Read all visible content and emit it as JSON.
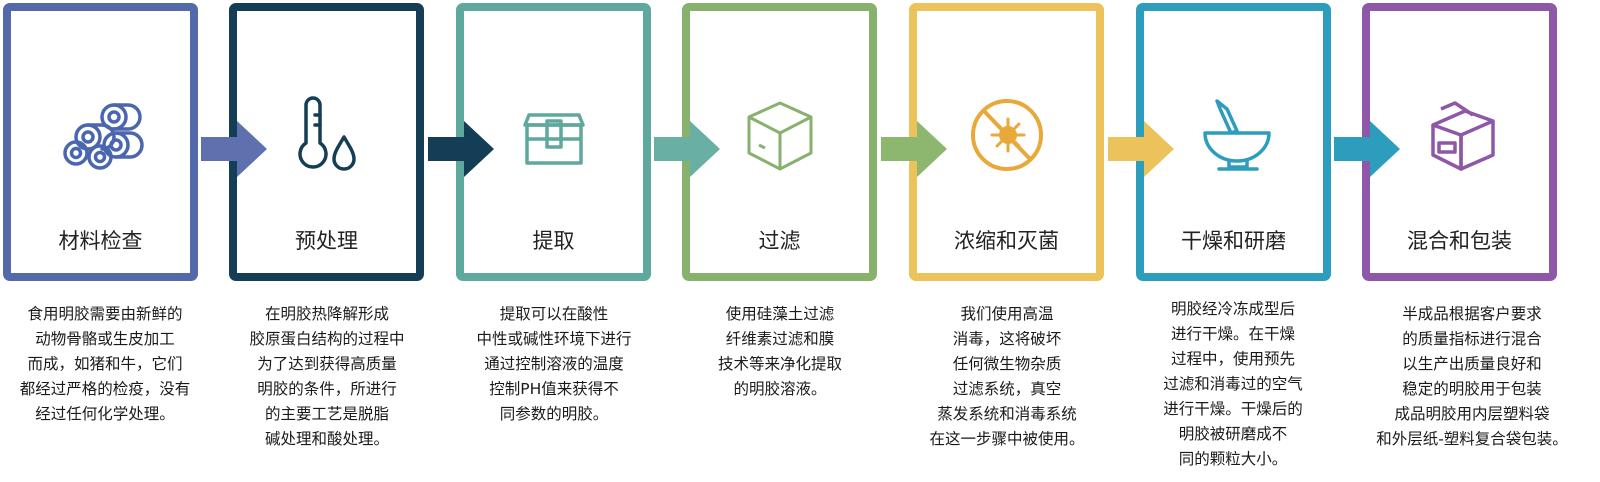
{
  "steps": [
    {
      "title": "材料检查",
      "icon": "pipes-icon",
      "color": "#5469aa",
      "description": [
        "食用明胶需要由新鲜的",
        "动物骨骼或生皮加工",
        "而成，如猪和牛，它们",
        "都经过严格的检疫，没有",
        "经过任何化学处理。"
      ]
    },
    {
      "title": "预处理",
      "icon": "thermometer-drop-icon",
      "color": "#143e55",
      "description": [
        "在明胶热降解形成",
        "胶原蛋白结构的过程中",
        "为了达到获得高质量",
        "明胶的条件，所进行",
        "的主要工艺是脱脂",
        "碱处理和酸处理。"
      ]
    },
    {
      "title": "提取",
      "icon": "box-tray-icon",
      "color": "#5fa89e",
      "description": [
        "提取可以在酸性",
        "中性或碱性环境下进行",
        "通过控制溶液的温度",
        "控制PH值来获得不",
        "同参数的明胶。"
      ]
    },
    {
      "title": "过滤",
      "icon": "cube-icon",
      "color": "#87b16d",
      "description": [
        "使用硅藻土过滤",
        "纤维素过滤和膜",
        "技术等来净化提取",
        "的明胶溶液。"
      ]
    },
    {
      "title": "浓缩和灭菌",
      "icon": "no-virus-icon",
      "color": "#ecc25a",
      "description": [
        "我们使用高温",
        "消毒，这将破坏",
        "任何微生物杂质",
        "过滤系统，真空",
        "蒸发系统和消毒系统",
        "在这一步骤中被使用。"
      ]
    },
    {
      "title": "干燥和研磨",
      "icon": "mortar-pestle-icon",
      "color": "#2d9dbd",
      "description": [
        "明胶经冷冻成型后",
        "进行干燥。在干燥",
        "过程中，使用预先",
        "过滤和消毒过的空气",
        "进行干燥。干燥后的",
        "明胶被研磨成不",
        "同的颗粒大小。"
      ]
    },
    {
      "title": "混合和包装",
      "icon": "package-icon",
      "color": "#8e57a8",
      "description": [
        "半成品根据客户要求",
        "的质量指标进行混合",
        "以生产出质量良好和",
        "稳定的明胶用于包装",
        "成品明胶用内层塑料袋",
        "和外层纸-塑料复合袋包装。"
      ]
    }
  ]
}
